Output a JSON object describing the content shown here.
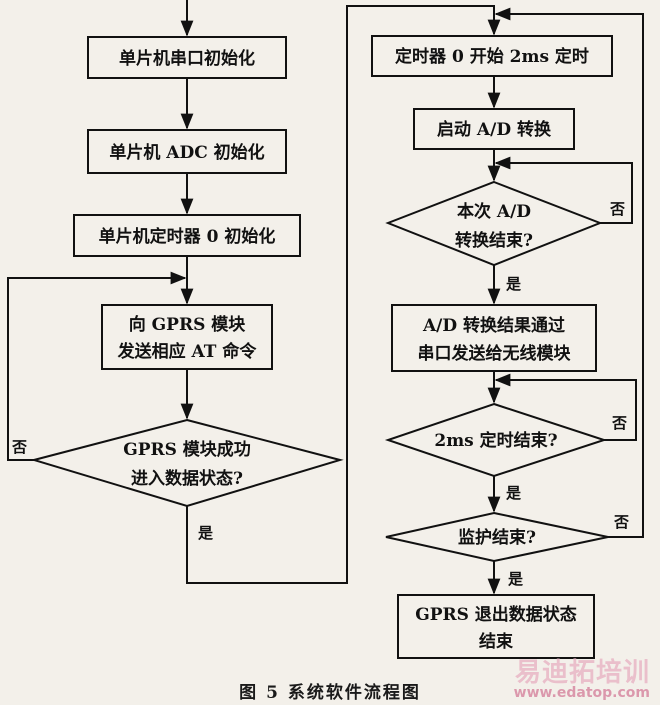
{
  "nodes": {
    "uart_init": "单片机串口初始化",
    "adc_init": "单片机 ADC 初始化",
    "timer_init": "单片机定时器 0 初始化",
    "send_at_line1": "向 GPRS 模块",
    "send_at_line2": "发送相应 AT 命令",
    "gprs_success_line1": "GPRS 模块成功",
    "gprs_success_line2": "进入数据状态?",
    "timer_start": "定时器 0 开始 2ms 定时",
    "start_ad": "启动 A/D 转换",
    "ad_done_line1": "本次 A/D",
    "ad_done_line2": "转换结束?",
    "send_result_line1": "A/D 转换结果通过",
    "send_result_line2": "串口发送给无线模块",
    "timer_done": "2ms 定时结束?",
    "monitor_done": "监护结束?",
    "exit_line1": "GPRS 退出数据状态",
    "exit_line2": "结束"
  },
  "labels": {
    "yes": "是",
    "no": "否"
  },
  "caption": "图 5 系统软件流程图",
  "watermark": {
    "logo": "易迪拓培训",
    "url": "www.edatop.com"
  }
}
